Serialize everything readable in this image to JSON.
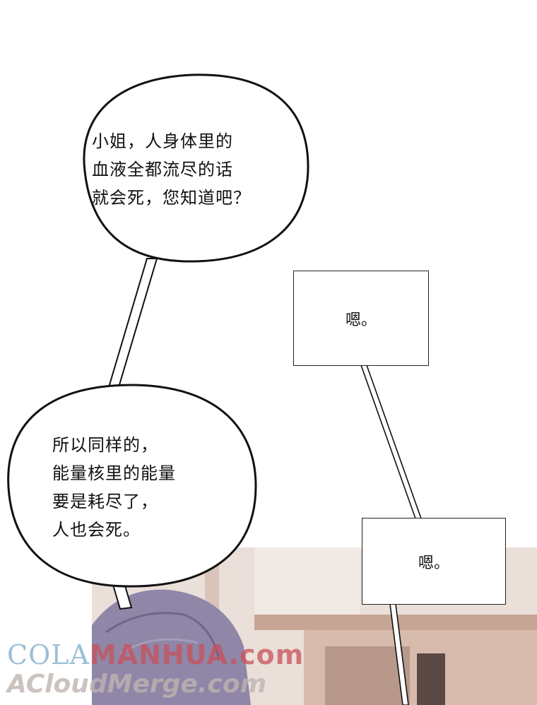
{
  "bubble1": {
    "lines": [
      "小姐，人身体里的",
      "血液全都流尽的话",
      "就会死，您知道吧？"
    ]
  },
  "box1": {
    "text": "嗯。"
  },
  "bubble2": {
    "lines": [
      "所以同样的，",
      "能量核里的能量",
      "要是耗尽了，",
      "人也会死。"
    ]
  },
  "box2": {
    "text": "嗯。"
  },
  "watermark": {
    "line1_part1": "COLA",
    "line1_part2": "MANHUA.com",
    "line2": "ACloudMerge.com"
  },
  "colors": {
    "hair": "#8f86a8",
    "wall": "#e9dcd6",
    "wood": "#b89884"
  }
}
